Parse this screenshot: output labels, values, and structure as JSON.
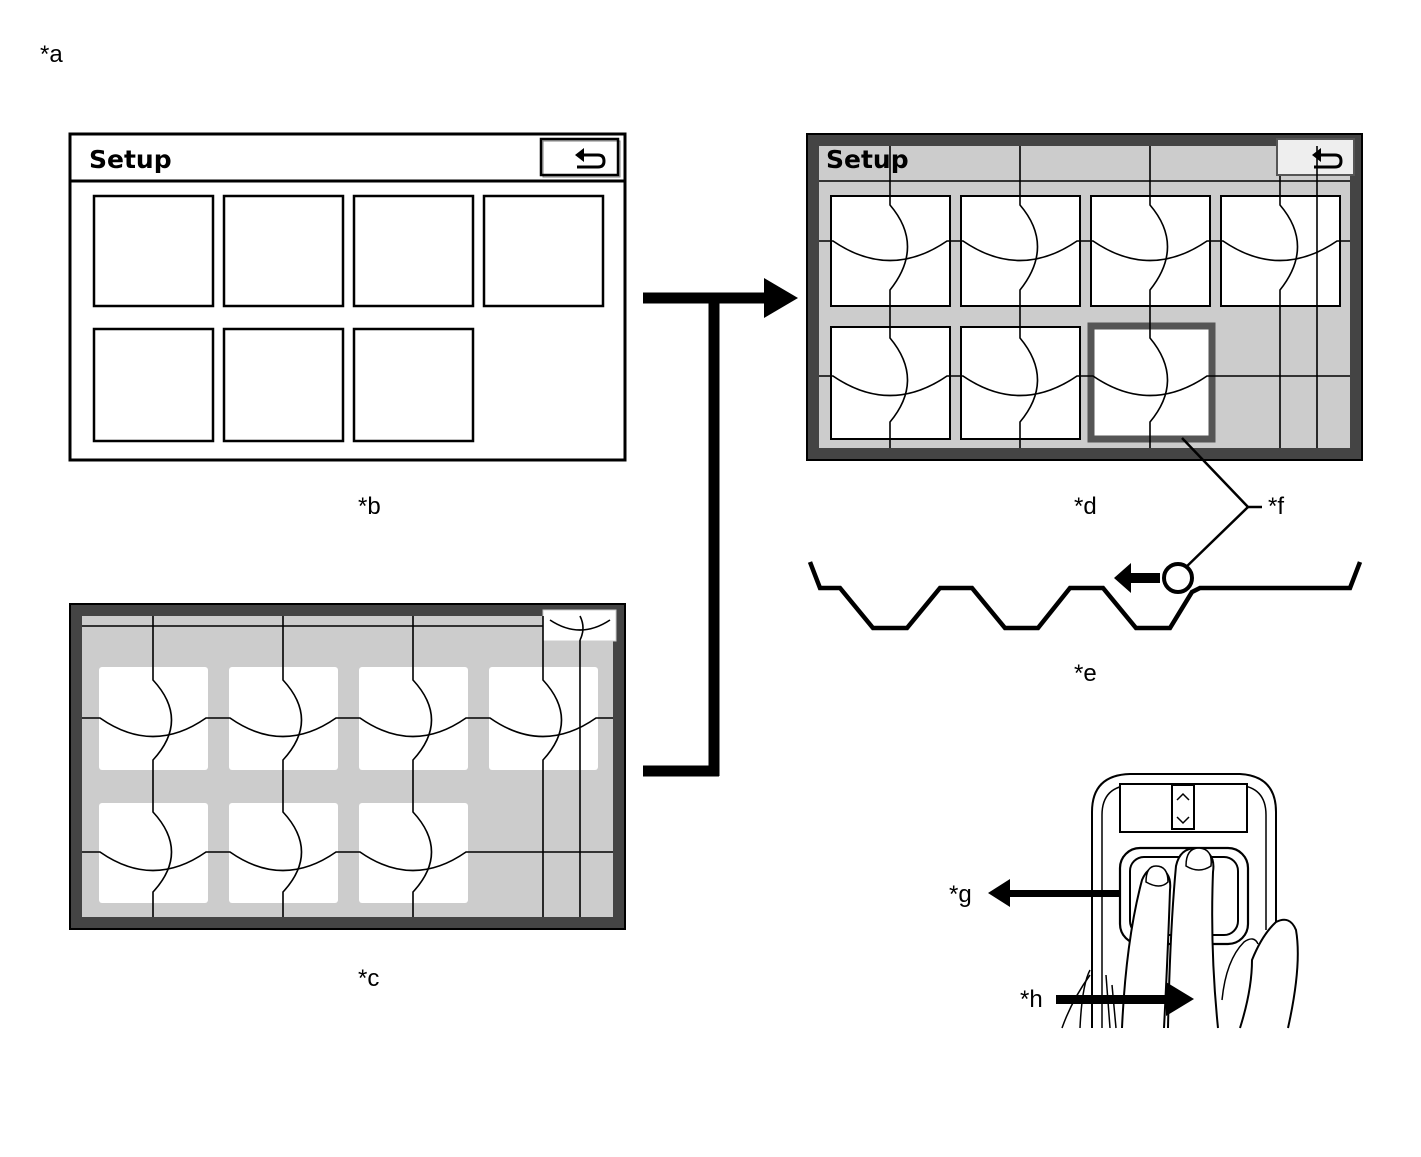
{
  "labels": {
    "a": "*a",
    "b": "*b",
    "c": "*c",
    "d": "*d",
    "e": "*e",
    "f": "*f",
    "g": "*g",
    "h": "*h"
  },
  "screen_b": {
    "title": "Setup",
    "back_icon": "return-arrow-icon",
    "tile_count": 7
  },
  "screen_c": {
    "tile_count": 7
  },
  "screen_d": {
    "title": "Setup",
    "back_icon": "return-arrow-icon",
    "tile_count": 7,
    "selected_tile": 7
  },
  "colors": {
    "ink": "#000000",
    "frame_dark": "#444444",
    "screen_gray": "#cccccc",
    "tile_fill": "#ffffff"
  }
}
